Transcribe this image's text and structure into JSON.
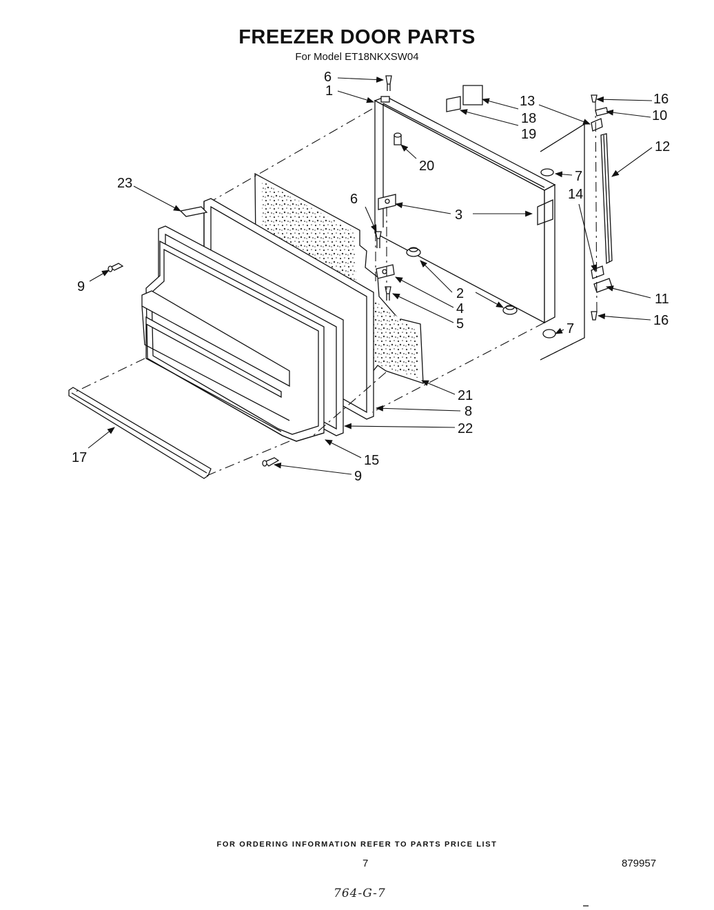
{
  "header": {
    "title": "FREEZER DOOR PARTS",
    "subtitle": "For Model ET18NKXSW04"
  },
  "footer": {
    "ordering_note": "FOR ORDERING INFORMATION REFER TO PARTS PRICE LIST",
    "page_number": "7",
    "document_number": "879957",
    "handwritten_code": "764-G-7"
  },
  "callouts": {
    "c1": "1",
    "c2": "2",
    "c3": "3",
    "c4": "4",
    "c5": "5",
    "c6_top": "6",
    "c6_mid": "6",
    "c7_top": "7",
    "c7_bottom": "7",
    "c8": "8",
    "c9_left": "9",
    "c9_bottom": "9",
    "c10": "10",
    "c11": "11",
    "c12": "12",
    "c13": "13",
    "c14": "14",
    "c15": "15",
    "c16_top": "16",
    "c16_bottom": "16",
    "c17": "17",
    "c18": "18",
    "c19": "19",
    "c20": "20",
    "c21": "21",
    "c22": "22",
    "c23": "23"
  }
}
